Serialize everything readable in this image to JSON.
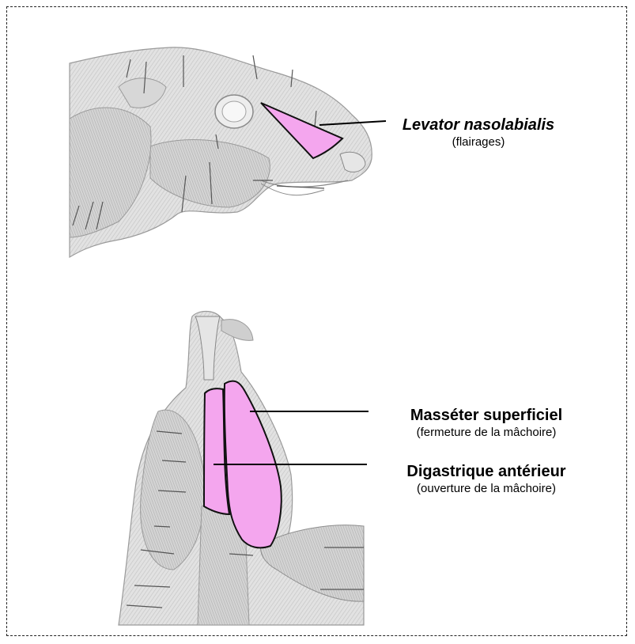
{
  "colors": {
    "muscle_highlight": "#f4a6ee",
    "outline": "#111111",
    "engraving": "#bdbdbd",
    "engraving_dark": "#8e8e8e"
  },
  "labels": {
    "levator": {
      "name": "Levator nasolabialis",
      "function": "(flairages)"
    },
    "masseter": {
      "name": "Masséter superficiel",
      "function": "(fermeture de la mâchoire)"
    },
    "digastrique": {
      "name": "Digastrique antérieur",
      "function": "(ouverture de la mâchoire)"
    }
  }
}
